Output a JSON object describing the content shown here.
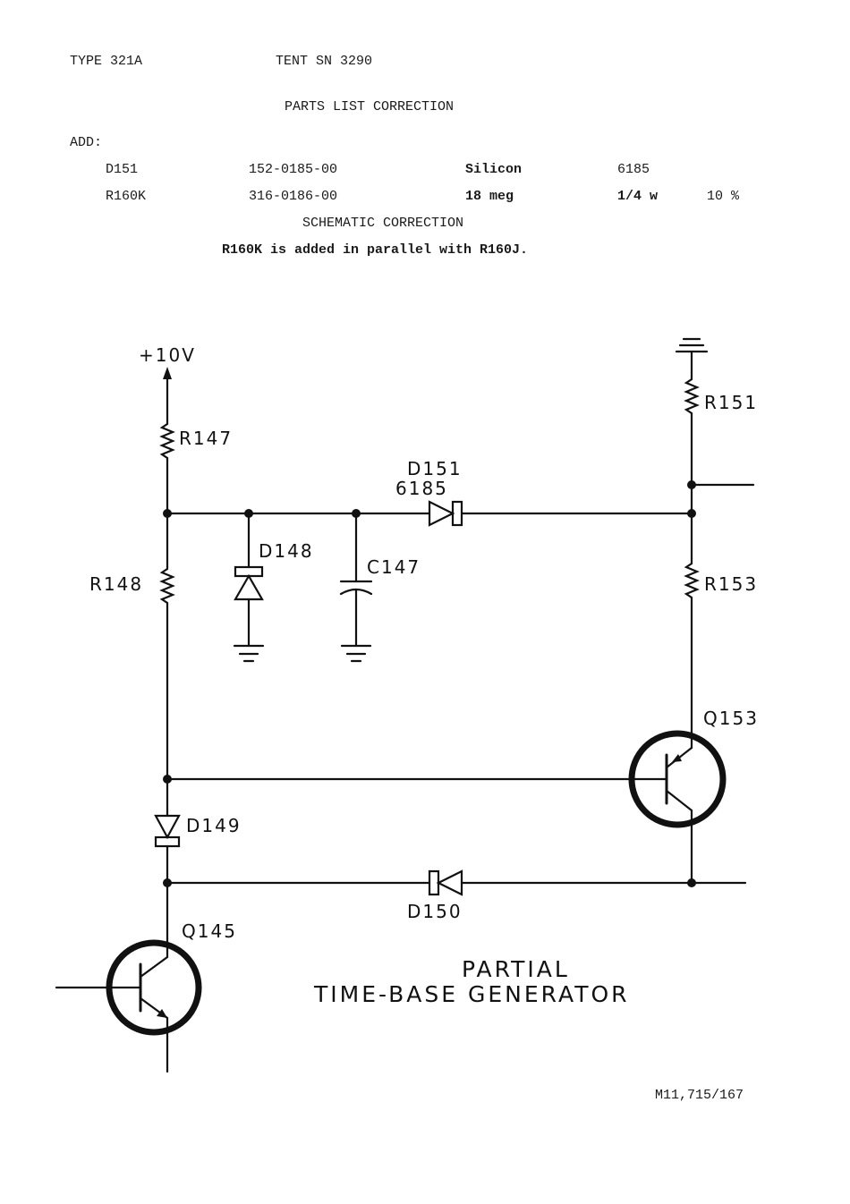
{
  "header": {
    "type": "TYPE 321A",
    "tent": "TENT SN 3290",
    "title": "PARTS LIST CORRECTION",
    "add_label": "ADD:"
  },
  "parts": [
    {
      "ref": "D151",
      "part": "152-0185-00",
      "desc": "Silicon",
      "spec": "6185",
      "tol": ""
    },
    {
      "ref": "R160K",
      "part": "316-0186-00",
      "desc": "18 meg",
      "spec": "1/4 w",
      "tol": "10 %"
    }
  ],
  "schematic": {
    "title": "SCHEMATIC CORRECTION",
    "note": "R160K is added in parallel with R160J."
  },
  "diagram": {
    "supply": "+10V",
    "r147": "R147",
    "r148": "R148",
    "r151": "R151",
    "r153": "R153",
    "d148": "D148",
    "c147": "C147",
    "d151": "D151",
    "d151_type": "6185",
    "d149": "D149",
    "d150": "D150",
    "q145": "Q145",
    "q153": "Q153",
    "caption_line1": "PARTIAL",
    "caption_line2": "TIME-BASE GENERATOR"
  },
  "footer": {
    "code": "M11,715/167"
  }
}
